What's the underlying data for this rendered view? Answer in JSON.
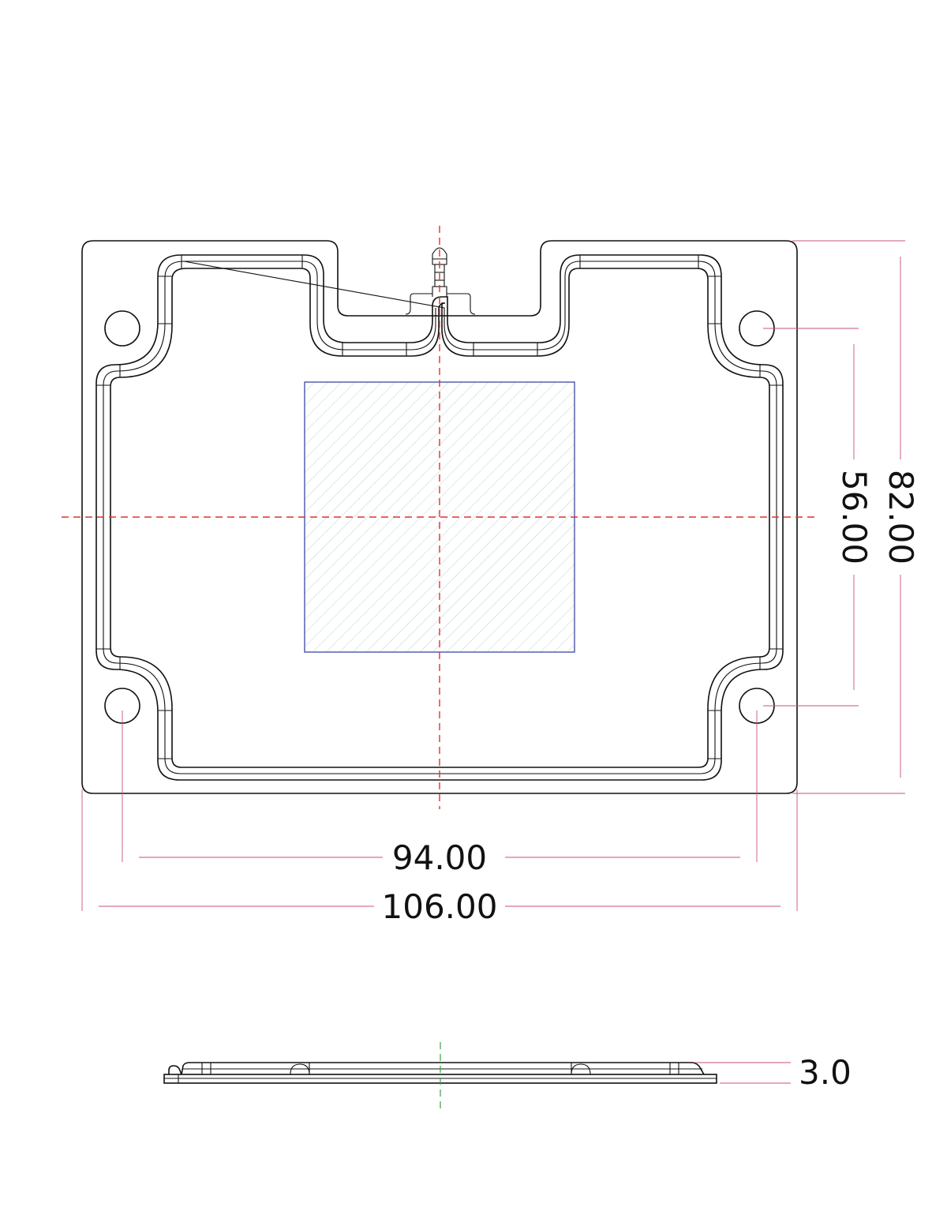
{
  "dimensions": {
    "overall_width": "106.00",
    "hole_spacing_x": "94.00",
    "overall_height": "82.00",
    "hole_spacing_y": "56.00",
    "thickness": "3.0"
  },
  "colors": {
    "outline": "#111111",
    "dimension_line": "#c8507a",
    "centerline": "#e03030",
    "side_centerline": "#3aa040",
    "pad_border": "#4a55a8",
    "pad_hatch": "#b9d4d4"
  }
}
